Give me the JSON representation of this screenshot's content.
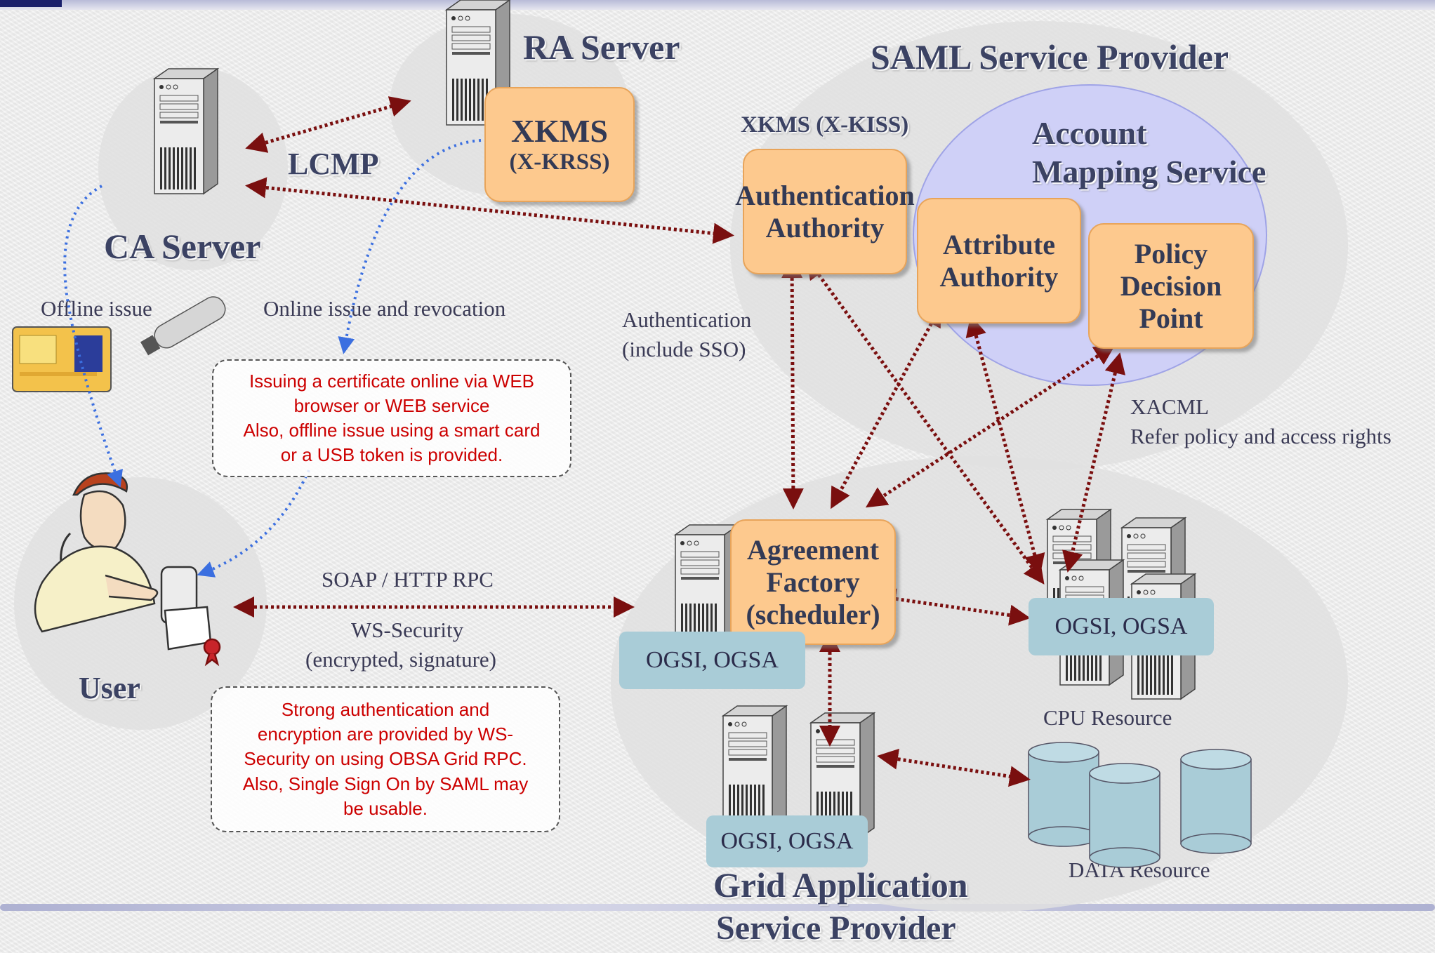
{
  "nodes": {
    "ra_server": "RA Server",
    "saml_sp": "SAML Service Provider",
    "ca_server": "CA Server",
    "lcmp": "LCMP",
    "xkms_title": "XKMS",
    "xkms_sub": "(X-KRSS)",
    "xkms_kiss": "XKMS (X-KISS)",
    "auth_authority": "Authentication Authority",
    "account_mapping_1": "Account",
    "account_mapping_2": "Mapping Service",
    "attr_authority": "Attribute Authority",
    "pdp": "Policy Decision Point",
    "agreement_factory": "Agreement Factory (scheduler)",
    "user": "User",
    "ogsi_left": "OGSI, OGSA",
    "ogsi_right": "OGSI, OGSA",
    "ogsi_bottom": "OGSI, OGSA",
    "cpu_resource": "CPU Resource",
    "data_resource": "DATA Resource",
    "grid_asp_1": "Grid Application",
    "grid_asp_2": "Service Provider"
  },
  "labels": {
    "offline_issue": "Offline issue",
    "online_issue": "Online issue and revocation",
    "authentication": "Authentication",
    "include_sso": "(include SSO)",
    "xacml": "XACML",
    "refer_policy": "Refer policy and access rights",
    "soap": "SOAP / HTTP RPC",
    "ws_security": "WS-Security",
    "encrypted": "(encrypted, signature)"
  },
  "notes": {
    "issuing": "Issuing a certificate online via WEB\nbrowser or WEB service\nAlso, offline issue using a smart card\nor a USB token is provided.",
    "strong_auth": "Strong authentication and\nencryption are provided by WS-\nSecurity on using OBSA Grid RPC.\nAlso, Single Sign On by SAML may\nbe usable."
  },
  "colors": {
    "arrow_dark": "#7a0f0f",
    "arrow_blue": "#3b6fe0",
    "orange_box": "#fdc98e",
    "blue_box": "#a9ccd7",
    "account_mapping": "#cfd0f7",
    "note_text": "#cc0000"
  },
  "icons": [
    "server-icon",
    "smart-card-icon",
    "usb-token-icon",
    "user-at-computer-icon",
    "database-icon"
  ]
}
